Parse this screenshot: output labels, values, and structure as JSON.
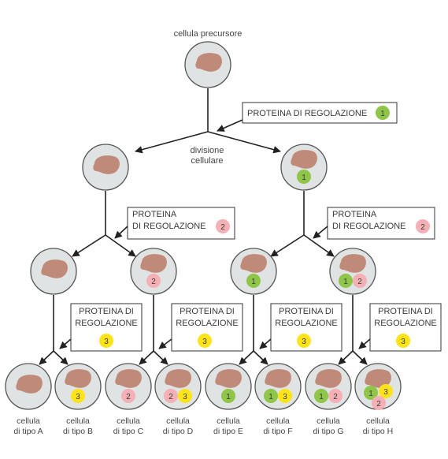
{
  "precursor_label": "cellula precursore",
  "division_label": [
    "divisione",
    "cellulare"
  ],
  "colors": {
    "cell_fill": "#dfe3e4",
    "cell_stroke": "#555555",
    "nucleus": "#bf8a78",
    "protein_1": "#8fc548",
    "protein_2": "#f4b0b4",
    "protein_3": "#fde318"
  },
  "protein_boxes": [
    {
      "lines": [
        "PROTEINA DI REGOLAZIONE"
      ],
      "number": "1"
    },
    {
      "lines": [
        "PROTEINA",
        "DI REGOLAZIONE"
      ],
      "number": "2"
    },
    {
      "lines": [
        "PROTEINA",
        "DI REGOLAZIONE"
      ],
      "number": "2"
    },
    {
      "lines": [
        "PROTEINA DI",
        "REGOLAZIONE"
      ],
      "number": "3"
    },
    {
      "lines": [
        "PROTEINA DI",
        "REGOLAZIONE"
      ],
      "number": "3"
    },
    {
      "lines": [
        "PROTEINA DI",
        "REGOLAZIONE"
      ],
      "number": "3"
    },
    {
      "lines": [
        "PROTEINA DI",
        "REGOLAZIONE"
      ],
      "number": "3"
    }
  ],
  "cells": [
    {
      "id": "precursor",
      "proteins": []
    },
    {
      "id": "gen1-left",
      "proteins": []
    },
    {
      "id": "gen1-right",
      "proteins": [
        "1"
      ]
    },
    {
      "id": "gen2-a",
      "proteins": []
    },
    {
      "id": "gen2-b",
      "proteins": [
        "2"
      ]
    },
    {
      "id": "gen2-c",
      "proteins": [
        "1"
      ]
    },
    {
      "id": "gen2-d",
      "proteins": [
        "1",
        "2"
      ]
    },
    {
      "id": "final-a",
      "proteins": []
    },
    {
      "id": "final-b",
      "proteins": [
        "3"
      ]
    },
    {
      "id": "final-c",
      "proteins": [
        "2"
      ]
    },
    {
      "id": "final-d",
      "proteins": [
        "2",
        "3"
      ]
    },
    {
      "id": "final-e",
      "proteins": [
        "1"
      ]
    },
    {
      "id": "final-f",
      "proteins": [
        "1",
        "3"
      ]
    },
    {
      "id": "final-g",
      "proteins": [
        "1",
        "2"
      ]
    },
    {
      "id": "final-h",
      "proteins": [
        "1",
        "3",
        "2"
      ]
    }
  ],
  "final_labels": [
    [
      "cellula",
      "di tipo A"
    ],
    [
      "cellula",
      "di tipo B"
    ],
    [
      "cellula",
      "di tipo C"
    ],
    [
      "cellula",
      "di tipo D"
    ],
    [
      "cellula",
      "di tipo E"
    ],
    [
      "cellula",
      "di tipo F"
    ],
    [
      "cellula",
      "di tipo G"
    ],
    [
      "cellula",
      "di tipo H"
    ]
  ]
}
